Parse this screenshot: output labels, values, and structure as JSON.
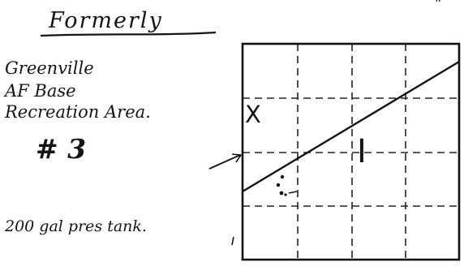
{
  "note": {
    "heading": "Formerly",
    "location_line1": "Greenville",
    "location_line2": "AF Base",
    "location_line3": "Recreation Area.",
    "area_number": "# 3",
    "tank_note": "200 gal pres tank.",
    "corner_mark": "\""
  },
  "plat": {
    "x_marker": "X",
    "lot_label": "I",
    "border_color": "#111111"
  }
}
